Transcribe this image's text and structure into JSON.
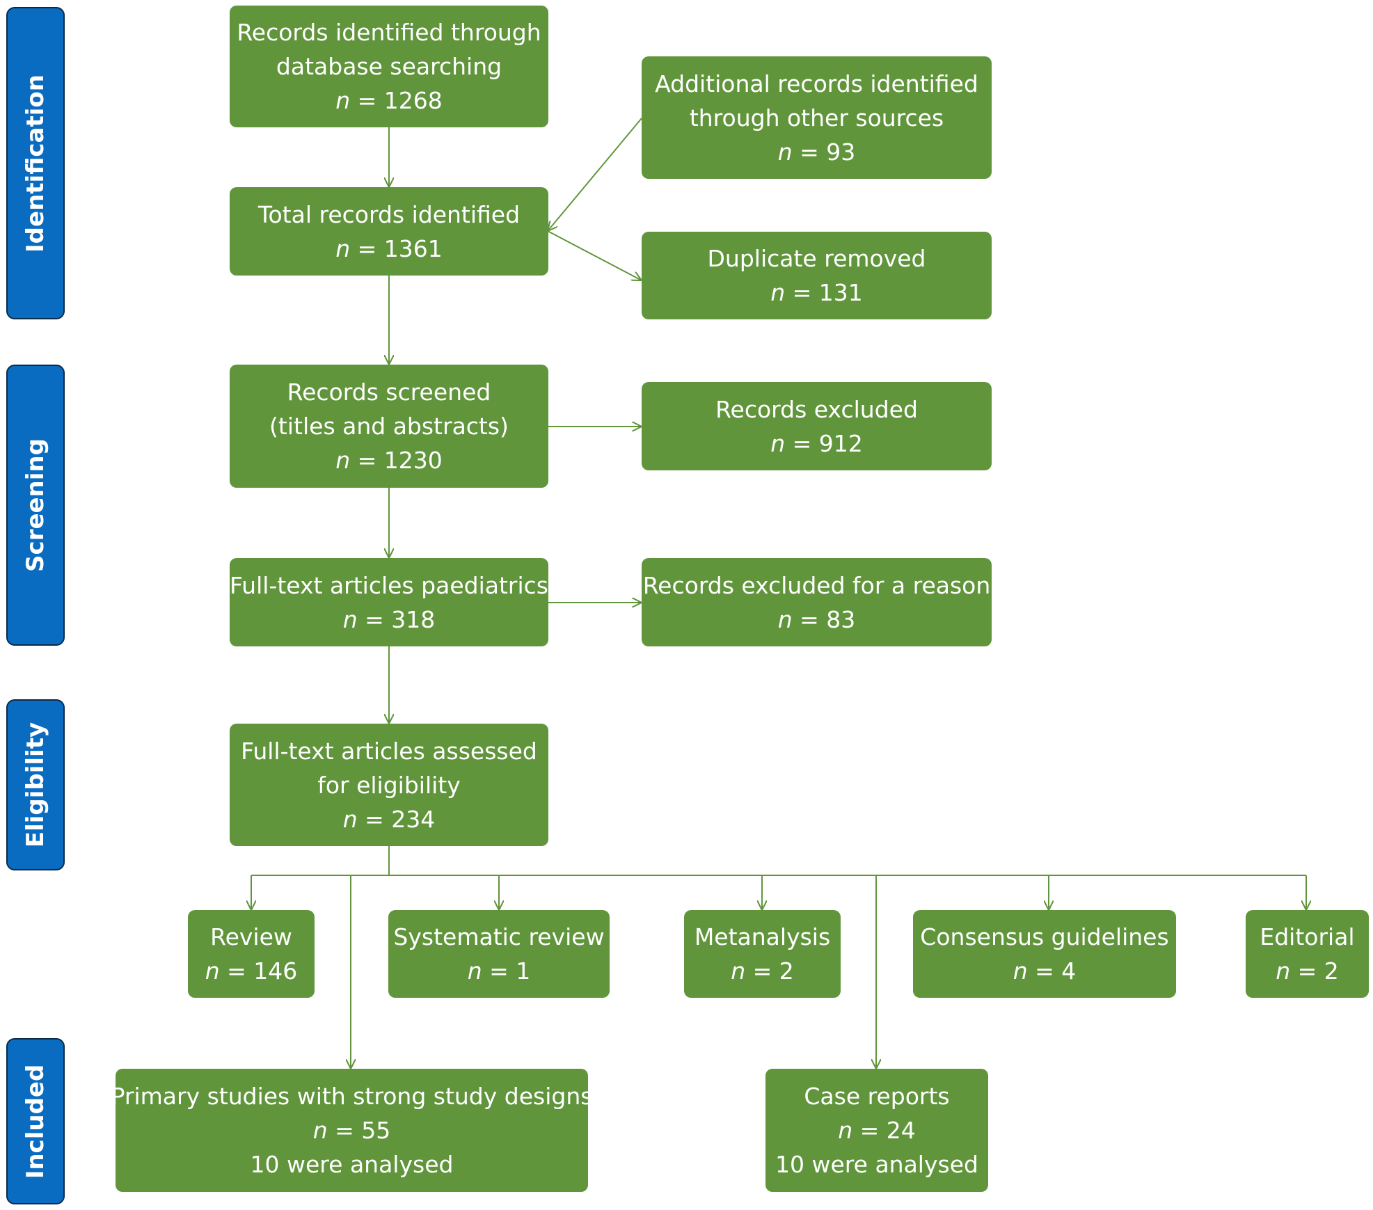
{
  "stages": {
    "identification": "Identification",
    "screening": "Screening",
    "eligibility": "Eligibility",
    "included": "Included"
  },
  "n_symbol": "n",
  "boxes": {
    "database": {
      "lines": [
        "Records identified through",
        "database searching"
      ],
      "n": "= 1268"
    },
    "other_sources": {
      "lines": [
        "Additional records identified",
        "through other sources"
      ],
      "n": "= 93"
    },
    "total": {
      "lines": [
        "Total records identified"
      ],
      "n": "= 1361"
    },
    "duplicates": {
      "lines": [
        "Duplicate removed"
      ],
      "n": "= 131"
    },
    "screened": {
      "lines": [
        "Records screened",
        "(titles and abstracts)"
      ],
      "n": "= 1230"
    },
    "excluded": {
      "lines": [
        "Records excluded"
      ],
      "n": "= 912"
    },
    "fulltext_paed": {
      "lines": [
        "Full-text articles paediatrics"
      ],
      "n": "= 318"
    },
    "excluded_reason": {
      "lines": [
        "Records excluded for a reason"
      ],
      "n": "= 83"
    },
    "eligibility": {
      "lines": [
        "Full-text articles assessed",
        "for eligibility"
      ],
      "n": "= 234"
    },
    "review": {
      "lines": [
        "Review"
      ],
      "n": "= 146"
    },
    "systematic_review": {
      "lines": [
        "Systematic review"
      ],
      "n": "= 1"
    },
    "metanalysis": {
      "lines": [
        "Metanalysis"
      ],
      "n": "= 2"
    },
    "consensus": {
      "lines": [
        "Consensus guidelines"
      ],
      "n": "= 4"
    },
    "editorial": {
      "lines": [
        "Editorial"
      ],
      "n": "= 2"
    },
    "primary_studies": {
      "lines": [
        "Primary studies with strong study designs"
      ],
      "n": "= 55",
      "extra": "10 were analysed"
    },
    "case_reports": {
      "lines": [
        "Case reports"
      ],
      "n": "= 24",
      "extra": "10 were analysed"
    }
  },
  "colors": {
    "box_fill": "#61953c",
    "arrow": "#61953c",
    "stage_fill": "#0a6cc0",
    "stage_border": "#0a2a4a",
    "text": "#ffffff"
  }
}
